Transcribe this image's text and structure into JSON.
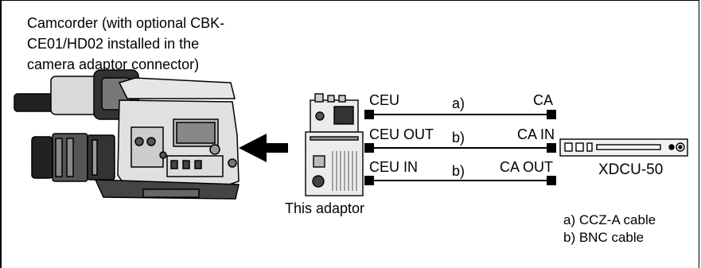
{
  "camcorder": {
    "caption_lines": [
      "Camcorder (with optional CBK-",
      "CE01/HD02 installed in the",
      "camera adaptor connector)"
    ]
  },
  "adaptor": {
    "label": "This adaptor"
  },
  "device": {
    "label": "XDCU-50"
  },
  "connections": [
    {
      "left": "CEU",
      "cable": "a)",
      "right": "CA"
    },
    {
      "left": "CEU OUT",
      "cable": "b)",
      "right": "CA IN"
    },
    {
      "left": "CEU IN",
      "cable": "b)",
      "right": "CA OUT"
    }
  ],
  "legend": [
    "a) CCZ-A cable",
    "b) BNC cable"
  ]
}
